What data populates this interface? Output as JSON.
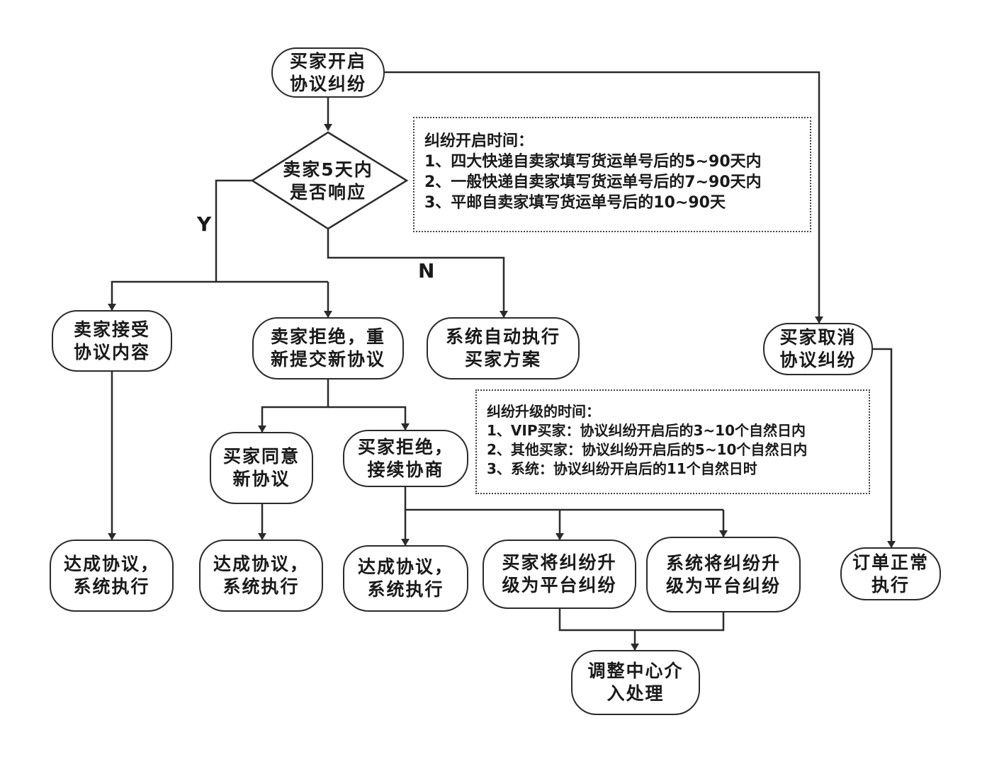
{
  "nodes": {
    "start": [
      "买家开启",
      "协议纠纷"
    ],
    "decision": [
      "卖家5天内",
      "是否响应"
    ],
    "seller_accept": [
      "卖家接受",
      "协议内容"
    ],
    "seller_reject": [
      "卖家拒绝，重",
      "新提交新协议"
    ],
    "auto_exec": [
      "系统自动执行",
      "买家方案"
    ],
    "buyer_cancel": [
      "买家取消",
      "协议纠纷"
    ],
    "buyer_agree": [
      "买家同意",
      "新协议"
    ],
    "buyer_reject": [
      "买家拒绝，",
      "接续协商"
    ],
    "done1": [
      "达成协议，",
      "系统执行"
    ],
    "done2": [
      "达成协议，",
      "系统执行"
    ],
    "done3": [
      "达成协议，",
      "系统执行"
    ],
    "buyer_escalate": [
      "买家将纠纷升",
      "级为平台纠纷"
    ],
    "system_escalate": [
      "系统将纠纷升",
      "级为平台纠纷"
    ],
    "mediation": [
      "调整中心介",
      "入处理"
    ],
    "order_normal": [
      "订单正常",
      "执行"
    ]
  },
  "labels": {
    "yes": "Y",
    "no": "N"
  },
  "notes": {
    "open_time": {
      "title": "纠纷开启时间：",
      "lines": [
        "1、四大快递自卖家填写货运单号后的5~90天内",
        "2、一般快递自卖家填写货运单号后的7~90天内",
        "3、平邮自卖家填写货运单号后的10~90天"
      ]
    },
    "escalate_time": {
      "title": "纠纷升级的时间：",
      "lines": [
        "1、VIP买家：协议纠纷开启后的3~10个自然日内",
        "2、其他买家：协议纠纷开启后的5~10个自然日内",
        "3、系统：协议纠纷开启后的11个自然日时"
      ]
    }
  }
}
